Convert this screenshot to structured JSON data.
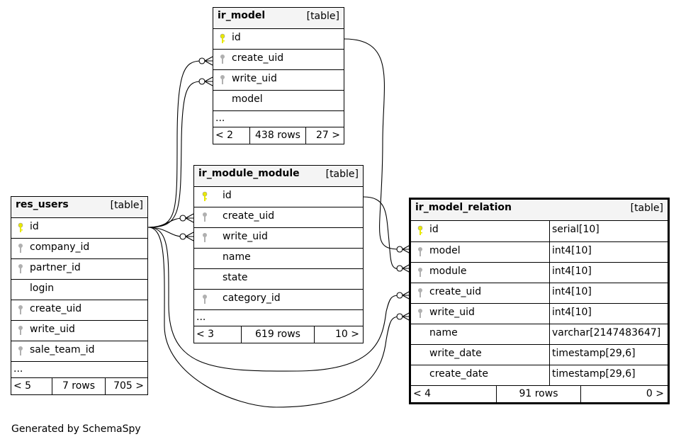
{
  "tables": {
    "ir_model": {
      "name": "ir_model",
      "type": "[table]",
      "columns": [
        "id",
        "create_uid",
        "write_uid",
        "model"
      ],
      "more": "...",
      "footer": {
        "parents": "< 2",
        "rows": "438 rows",
        "children": "27 >"
      }
    },
    "ir_module_module": {
      "name": "ir_module_module",
      "type": "[table]",
      "columns": [
        "id",
        "create_uid",
        "write_uid",
        "name",
        "state",
        "category_id"
      ],
      "more": "...",
      "footer": {
        "parents": "< 3",
        "rows": "619 rows",
        "children": "10 >"
      }
    },
    "res_users": {
      "name": "res_users",
      "type": "[table]",
      "columns": [
        "id",
        "company_id",
        "partner_id",
        "login",
        "create_uid",
        "write_uid",
        "sale_team_id"
      ],
      "more": "...",
      "footer": {
        "parents": "< 5",
        "rows": "7 rows",
        "children": "705 >"
      }
    },
    "ir_model_relation": {
      "name": "ir_model_relation",
      "type": "[table]",
      "columns": [
        {
          "name": "id",
          "dtype": "serial[10]"
        },
        {
          "name": "model",
          "dtype": "int4[10]"
        },
        {
          "name": "module",
          "dtype": "int4[10]"
        },
        {
          "name": "create_uid",
          "dtype": "int4[10]"
        },
        {
          "name": "write_uid",
          "dtype": "int4[10]"
        },
        {
          "name": "name",
          "dtype": "varchar[2147483647]"
        },
        {
          "name": "write_date",
          "dtype": "timestamp[29,6]"
        },
        {
          "name": "create_date",
          "dtype": "timestamp[29,6]"
        }
      ],
      "footer": {
        "parents": "< 4",
        "rows": "91 rows",
        "children": "0 >"
      }
    }
  },
  "caption": "Generated by SchemaSpy",
  "colors": {
    "primary_key": "#e8e800",
    "foreign_key": "#b0b0b0",
    "header_bg": "#f4f4f4"
  }
}
